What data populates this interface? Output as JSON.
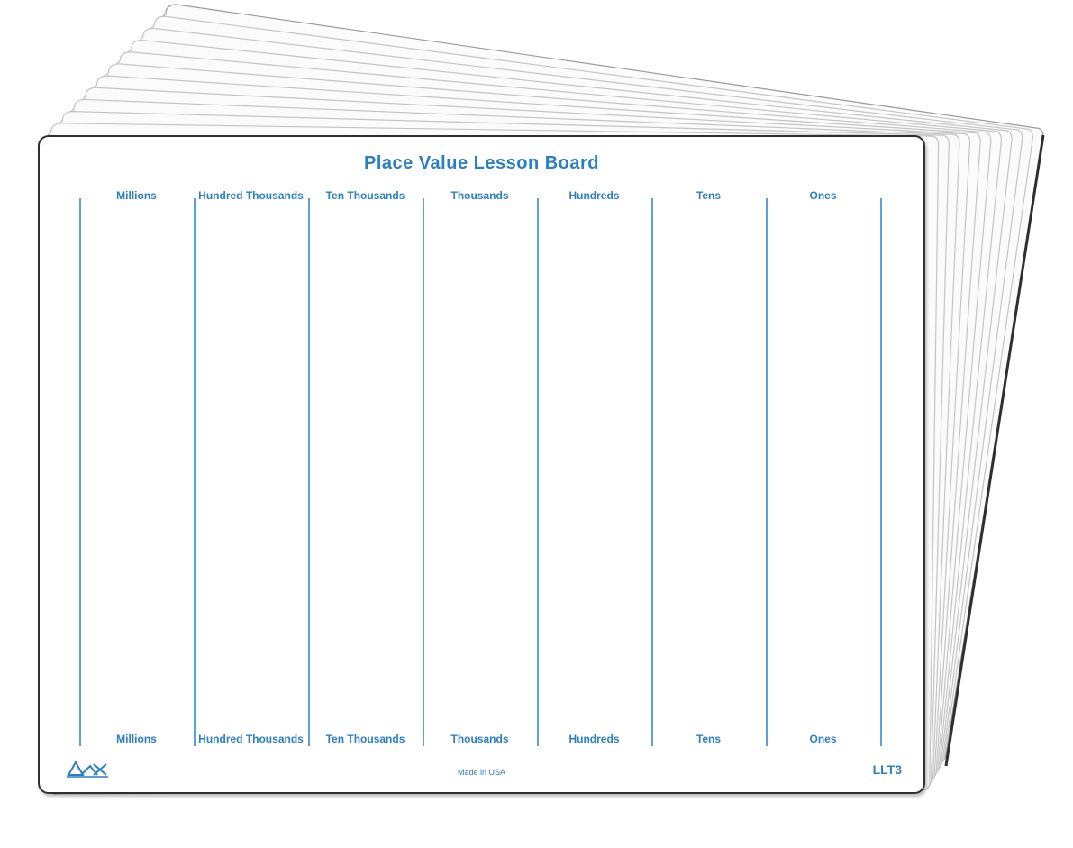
{
  "board": {
    "title": "Place Value Lesson Board",
    "columns": [
      "Millions",
      "Hundred Thousands",
      "Ten Thousands",
      "Thousands",
      "Hundreds",
      "Tens",
      "Ones"
    ],
    "footer": "Made in USA",
    "code": "LLT3"
  },
  "colors": {
    "accent": "#2a7fc4",
    "divider": "#5aa3d8",
    "board_edge": "#2f2f2f"
  },
  "icons": {
    "logo": "brand-logo-icon"
  }
}
